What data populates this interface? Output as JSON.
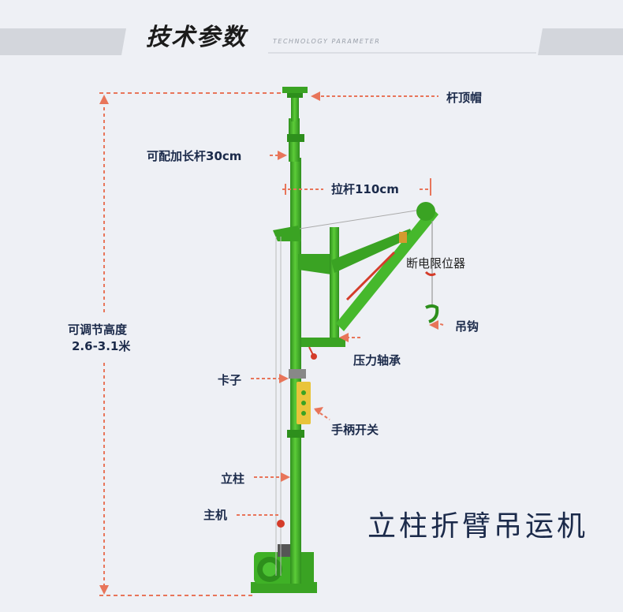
{
  "header": {
    "title": "技术参数",
    "subtitle": "TECHNOLOGY PARAMETER"
  },
  "height_label": {
    "line1": "可调节高度",
    "line2": "2.6-3.1米"
  },
  "callouts": {
    "cap": "杆顶帽",
    "extension": "可配加长杆30cm",
    "pull_rod": "拉杆110cm",
    "limit_switch": "断电限位器",
    "hook": "吊钩",
    "bearing": "压力轴承",
    "clamp": "卡子",
    "handle_switch": "手柄开关",
    "column": "立柱",
    "motor": "主机"
  },
  "product_name": "立柱折臂吊运机",
  "colors": {
    "accent": "#e8755a",
    "crane_green": "#46b82c",
    "text": "#1b2a4a",
    "background": "#eef0f5"
  }
}
